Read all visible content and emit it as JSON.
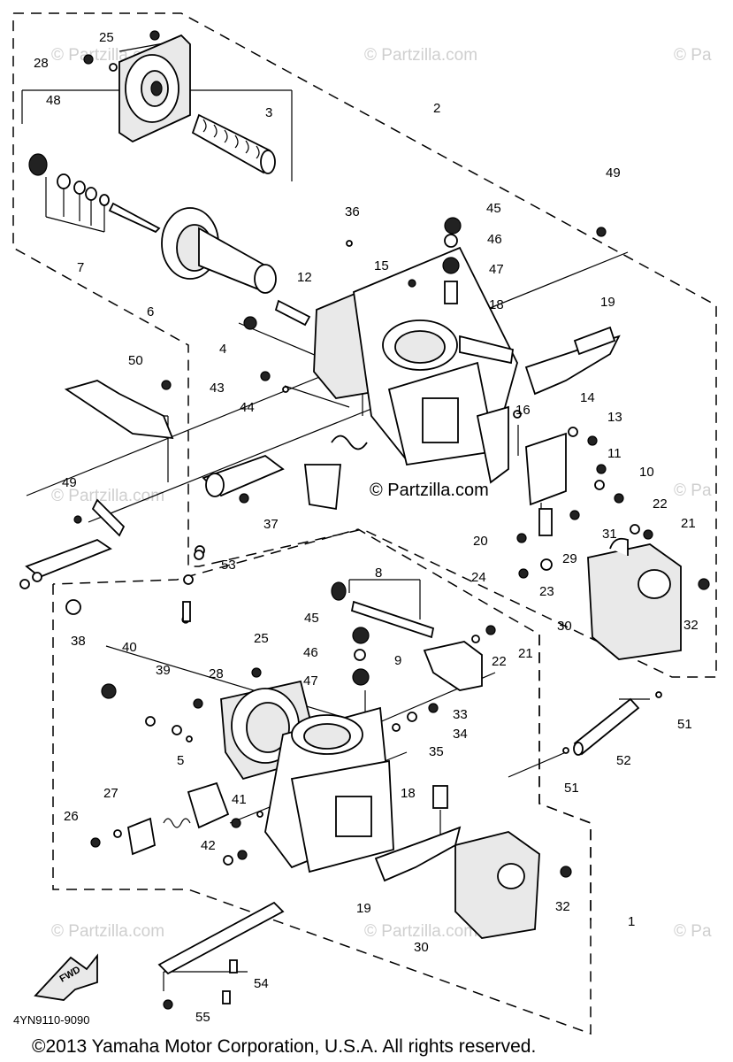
{
  "watermarks": [
    "© Partzilla.com",
    "© Partzilla.com",
    "© Pa",
    "© Partzilla.com",
    "© Pa",
    "© Partzilla.com",
    "© Partzilla.com",
    "© Pa"
  ],
  "center_watermark": "© Partzilla.com",
  "part_number": "4YN9110-9090",
  "copyright": "©2013  Yamaha Motor Corporation, U.S.A. All rights reserved.",
  "fwd_label": "FWD",
  "callouts": [
    "25",
    "28",
    "48",
    "3",
    "2",
    "49",
    "36",
    "45",
    "46",
    "47",
    "15",
    "18",
    "12",
    "7",
    "6",
    "4",
    "19",
    "50",
    "43",
    "44",
    "16",
    "14",
    "13",
    "11",
    "10",
    "22",
    "21",
    "31",
    "49",
    "37",
    "20",
    "29",
    "24",
    "23",
    "53",
    "8",
    "38",
    "45",
    "25",
    "9",
    "22",
    "21",
    "30",
    "32",
    "40",
    "39",
    "28",
    "46",
    "47",
    "33",
    "34",
    "35",
    "51",
    "52",
    "51",
    "5",
    "41",
    "18",
    "26",
    "27",
    "42",
    "19",
    "30",
    "32",
    "1",
    "54",
    "55"
  ]
}
